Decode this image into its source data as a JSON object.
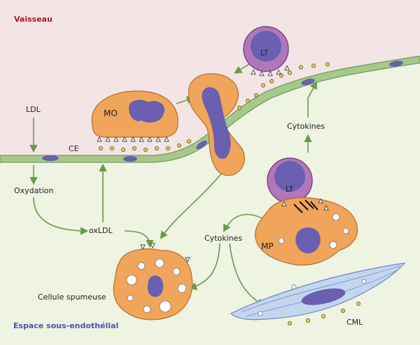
{
  "regions": {
    "vessel_label": "Vaisseau",
    "subendothelial_label": "Espace sous-endothélial"
  },
  "labels": {
    "ldl": "LDL",
    "ce": "CE",
    "oxydation": "Oxydation",
    "oxldl": "oxLDL",
    "mo": "MO",
    "lt_top": "LT",
    "lt_mid": "LT",
    "mp": "MP",
    "cytokines_top": "Cytokines",
    "cytokines_mid": "Cytokines",
    "foam_cell": "Cellule spumeuse",
    "cml": "CML"
  },
  "colors": {
    "vessel_bg": "#f3e4e6",
    "tissue_bg": "#eef3e2",
    "endothelium": "#a6c88a",
    "endothelium_edge": "#5e8f44",
    "cell_orange": "#f0a55a",
    "cell_orange_edge": "#b66e2e",
    "nucleus": "#6a5fb0",
    "lymphocyte": "#b078b8",
    "lymphocyte_edge": "#7a3f86",
    "smooth_muscle": "#c3d6ef",
    "smooth_muscle_edge": "#6b86c0",
    "arrow": "#6a9a48",
    "ligand": "#e4cf3a"
  },
  "icons": [
    "receptor-icon",
    "ligand-dot-icon",
    "vacuole-icon",
    "arrow-icon"
  ]
}
